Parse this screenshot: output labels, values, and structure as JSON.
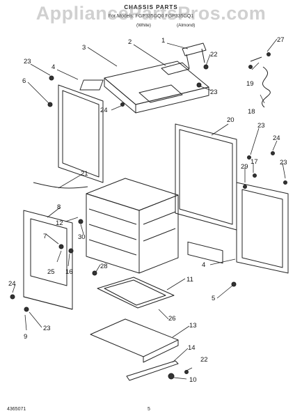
{
  "header": {
    "title": "CHASSIS PARTS",
    "subtitle": "For Models: FGP335GQ0 FGP335GQ1",
    "col_left": "(White)",
    "col_right": "(Almond)"
  },
  "watermark": "AppliancePartsPros.com",
  "footer": {
    "doc_number": "4365071",
    "page_number": "5"
  },
  "callouts": [
    "1",
    "2",
    "3",
    "4",
    "5",
    "6",
    "7",
    "8",
    "9",
    "10",
    "11",
    "12",
    "13",
    "14",
    "16",
    "17",
    "18",
    "19",
    "20",
    "21",
    "22",
    "23",
    "24",
    "25",
    "26",
    "27",
    "28",
    "29",
    "30"
  ],
  "colors": {
    "ink": "#222222",
    "watermark": "#969696"
  }
}
